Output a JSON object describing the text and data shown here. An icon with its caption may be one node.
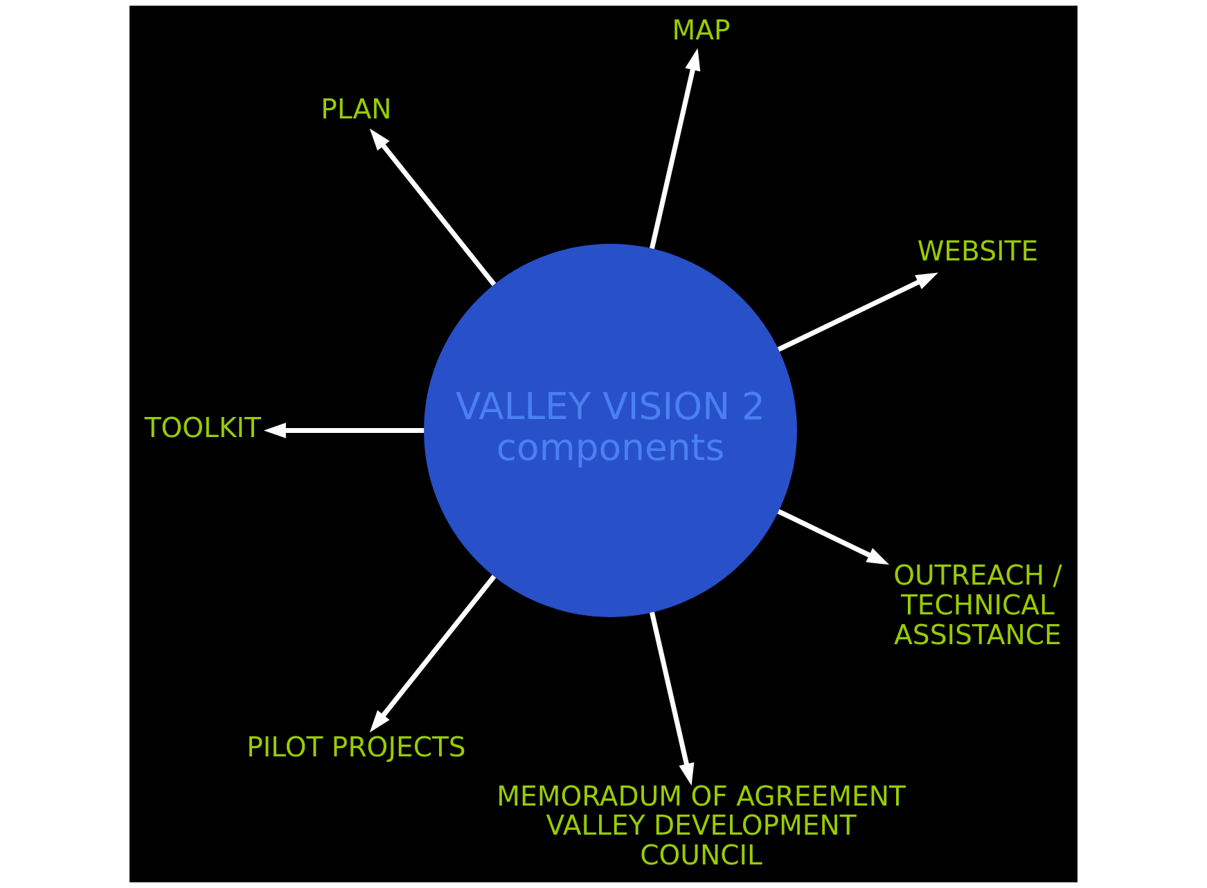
{
  "diagram": {
    "nodes": [
      {
        "text": [
          "VALLEY VISION 2",
          "components"
        ]
      },
      {
        "text": [
          "PLAN"
        ]
      },
      {
        "text": [
          "MAP"
        ]
      },
      {
        "text": [
          "WEBSITE"
        ]
      },
      {
        "text": [
          "OUTREACH / TECHNICAL ASSISTANCE"
        ]
      },
      {
        "text": [
          "MEMORADUM OF AGREEMENT VALLEY DEVELOPMENT COUNCIL"
        ]
      },
      {
        "text": [
          "PILOT PROJECTS"
        ]
      },
      {
        "text": [
          "TOOLKIT"
        ]
      }
    ],
    "edges": [
      {
        "from": 0,
        "to": 1,
        "arrow": "to"
      },
      {
        "from": 0,
        "to": 2,
        "arrow": "to"
      },
      {
        "from": 0,
        "to": 3,
        "arrow": "to"
      },
      {
        "from": 0,
        "to": 4,
        "arrow": "to"
      },
      {
        "from": 0,
        "to": 5,
        "arrow": "to"
      },
      {
        "from": 0,
        "to": 6,
        "arrow": "to"
      },
      {
        "from": 0,
        "to": 7,
        "arrow": "to"
      }
    ]
  }
}
